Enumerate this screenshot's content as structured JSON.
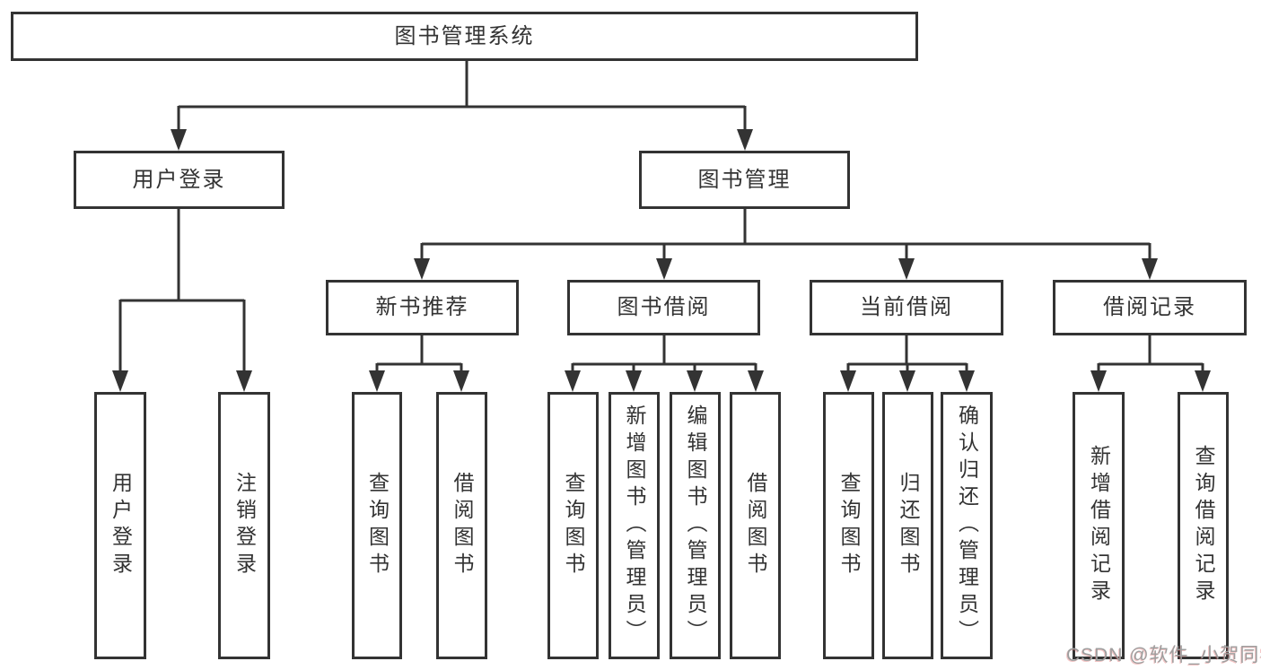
{
  "tree": {
    "label": "图书管理系统",
    "children": [
      {
        "label": "用户登录",
        "children": [
          {
            "label": "用户登录"
          },
          {
            "label": "注销登录"
          }
        ]
      },
      {
        "label": "图书管理",
        "children": [
          {
            "label": "新书推荐",
            "children": [
              {
                "label": "查询图书"
              },
              {
                "label": "借阅图书"
              }
            ]
          },
          {
            "label": "图书借阅",
            "children": [
              {
                "label": "查询图书"
              },
              {
                "label": "新增图书（管理员）"
              },
              {
                "label": "编辑图书（管理员）"
              },
              {
                "label": "借阅图书"
              }
            ]
          },
          {
            "label": "当前借阅",
            "children": [
              {
                "label": "查询图书"
              },
              {
                "label": "归还图书"
              },
              {
                "label": "确认归还（管理员）"
              }
            ]
          },
          {
            "label": "借阅记录",
            "children": [
              {
                "label": "新增借阅记录"
              },
              {
                "label": "查询借阅记录"
              }
            ]
          }
        ]
      }
    ]
  },
  "watermark": {
    "text": "CSDN @软件_小贺同学"
  },
  "colors": {
    "line": "#333333",
    "node_text": "#333333",
    "background": "#ffffff",
    "watermark": "#9e9e9e"
  }
}
